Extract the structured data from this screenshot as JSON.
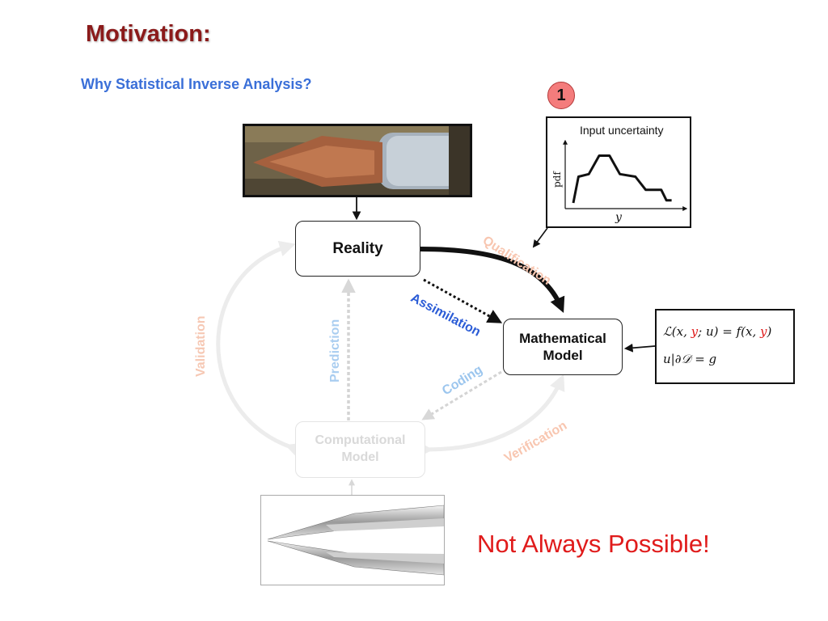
{
  "slide": {
    "title": "Motivation:",
    "subtitle": "Why Statistical Inverse Analysis?"
  },
  "nodes": {
    "reality": "Reality",
    "mathematical_model": "Mathematical\nModel",
    "computational_model": "Computational\nModel"
  },
  "edges": {
    "validation": "Validation",
    "prediction": "Prediction",
    "qualification": "Qualification",
    "assimilation": "Assimilation",
    "coding": "Coding",
    "verification": "Verification"
  },
  "input_panel": {
    "badge": "1",
    "title": "Input uncertainty",
    "y_axis_label": "pdf",
    "x_axis_label": "y",
    "curve": [
      [
        0.0,
        0.0
      ],
      [
        0.05,
        0.5
      ],
      [
        0.15,
        0.55
      ],
      [
        0.25,
        0.9
      ],
      [
        0.35,
        0.9
      ],
      [
        0.45,
        0.55
      ],
      [
        0.6,
        0.5
      ],
      [
        0.7,
        0.25
      ],
      [
        0.85,
        0.25
      ],
      [
        0.9,
        0.05
      ],
      [
        0.95,
        0.05
      ]
    ]
  },
  "equations": {
    "line1_prefix": "ℒ(x, ",
    "line1_y": "y",
    "line1_mid": "; u) = f(x, ",
    "line1_y2": "y",
    "line1_suffix": ")",
    "line2": "u|∂𝒟 = g"
  },
  "callout": "Not Always Possible!",
  "colors": {
    "title": "#8b1a1a",
    "subtitle": "#3a6fd8",
    "callout": "#e01b1b",
    "assimilation": "#2b5cd6",
    "faded_salmon": "#f8c6b0",
    "faded_blue": "#a9cdf0"
  }
}
